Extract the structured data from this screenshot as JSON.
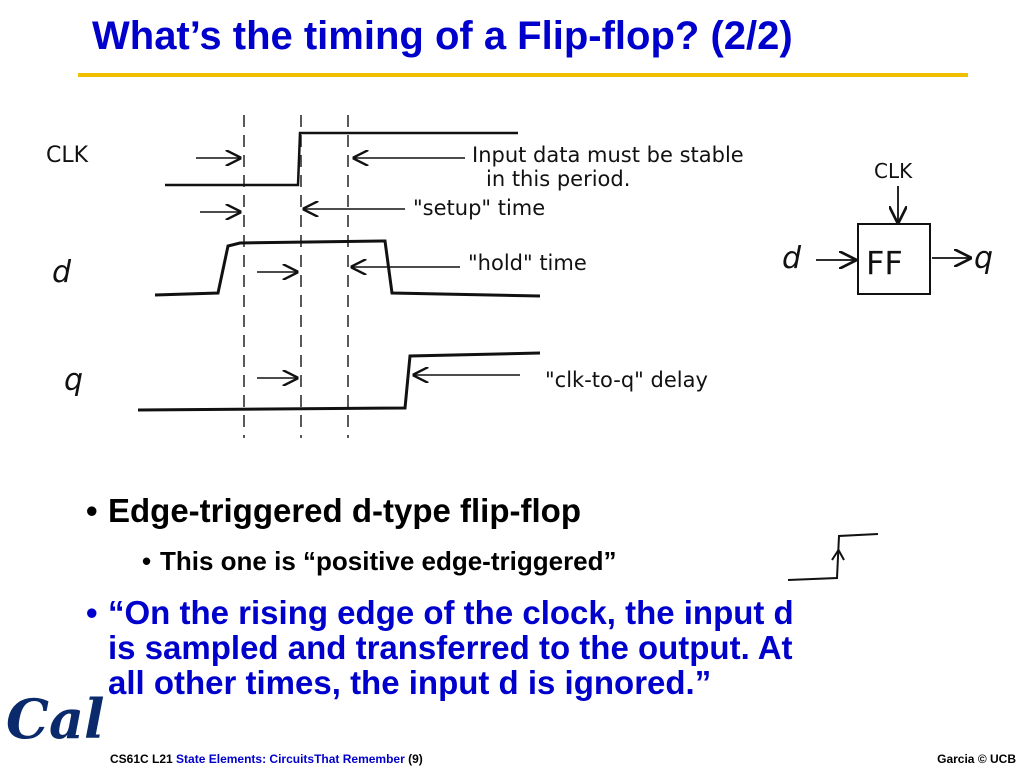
{
  "title": "What’s the timing of a Flip-flop? (2/2)",
  "diagram": {
    "signal_labels": {
      "clk": "CLK",
      "d": "d",
      "q": "q"
    },
    "annotations": {
      "stable_line1": "Input data must be stable",
      "stable_line2": "in this period.",
      "setup": "\"setup\" time",
      "hold": "\"hold\" time",
      "clk_to_q": "\"clk-to-q\" delay"
    },
    "ff_block": {
      "clk": "CLK",
      "in": "d",
      "box": "FF",
      "out": "q"
    }
  },
  "bullets": {
    "b1": "Edge-triggered d-type flip-flop",
    "b2": "This one is “positive edge-triggered”",
    "b3_lines": [
      "“On the rising edge of the clock, the input d",
      "is sampled and transferred to the output.  At",
      "all other times, the input d is ignored.”"
    ],
    "bullet_glyph": "•"
  },
  "footer": {
    "course": "CS61C L21",
    "lecture": "State Elements: CircuitsThat Remember",
    "page": "(9)",
    "right": "Garcia © UCB"
  },
  "logo_text": "Cal",
  "colors": {
    "title": "#0000cc",
    "rule": "#f0c000",
    "quote": "#0000cc",
    "logo": "#0a2a6b"
  }
}
